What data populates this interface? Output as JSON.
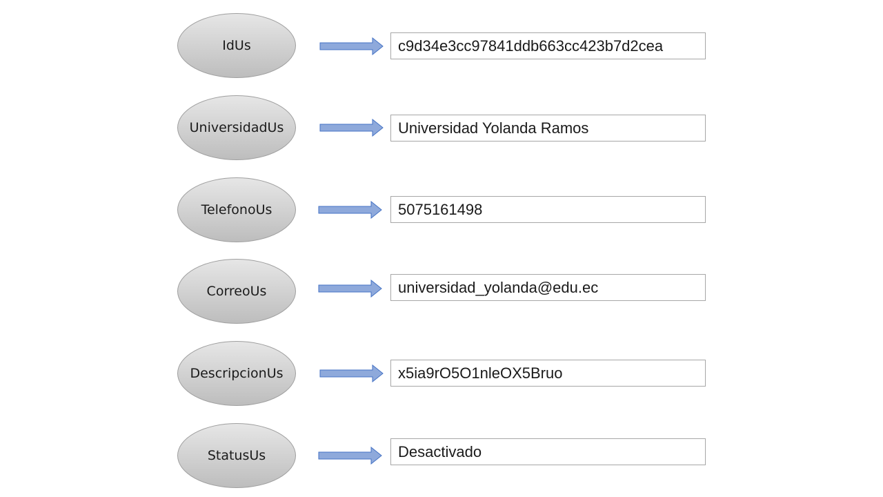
{
  "fields": [
    {
      "name": "IdUs",
      "value": "c9d34e3cc97841ddb663cc423b7d2cea"
    },
    {
      "name": "UniversidadUs",
      "value": "Universidad Yolanda Ramos"
    },
    {
      "name": "TelefonoUs",
      "value": "5075161498"
    },
    {
      "name": "CorreoUs",
      "value": "universidad_yolanda@edu.ec"
    },
    {
      "name": "DescripcionUs",
      "value": "x5ia9rO5O1nleOX5Bruo"
    },
    {
      "name": "StatusUs",
      "value": "Desactivado"
    }
  ],
  "colors": {
    "arrow_fill": "#8ea9db",
    "arrow_stroke": "#4472c4",
    "ellipse_top": "#e6e6e6",
    "ellipse_bottom": "#bdbdbd",
    "box_border": "#a6a6a6"
  }
}
